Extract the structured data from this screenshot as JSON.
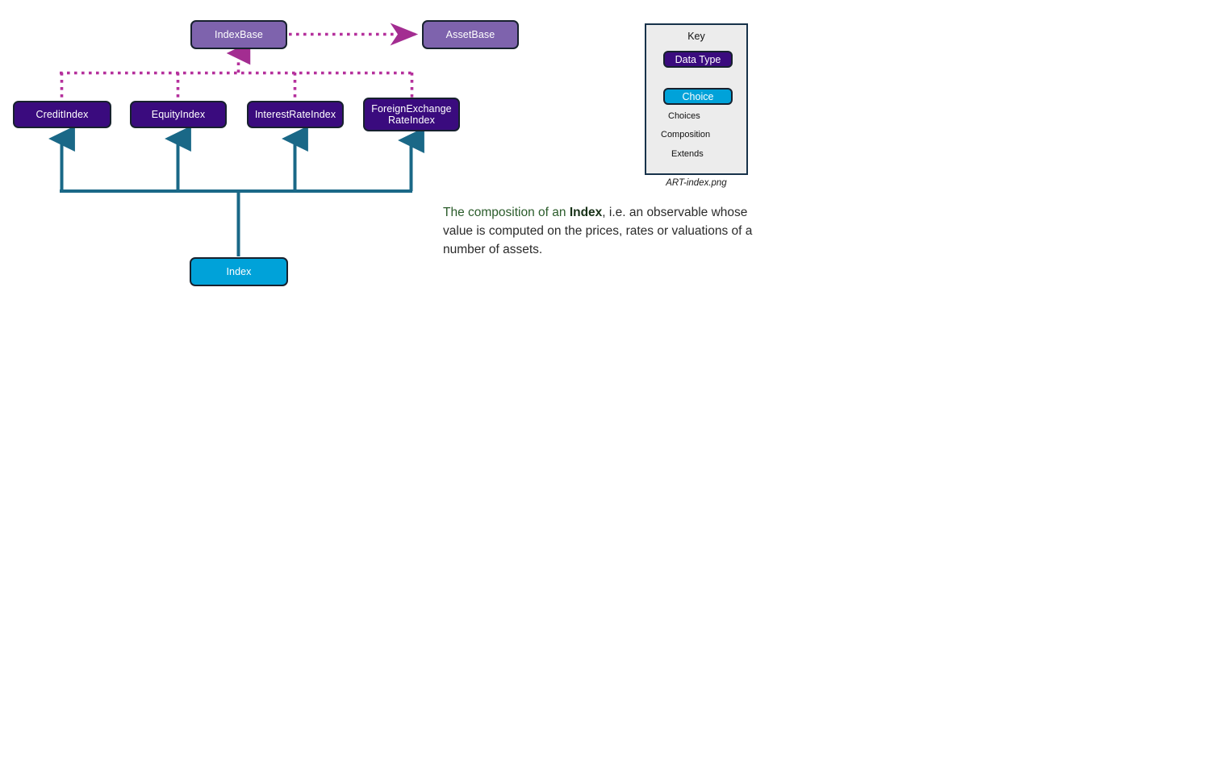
{
  "diagram": {
    "title": "ART-index.png",
    "nodes": [
      {
        "id": "IndexBase",
        "label": "IndexBase",
        "kind": "base"
      },
      {
        "id": "AssetBase",
        "label": "AssetBase",
        "kind": "base"
      },
      {
        "id": "CreditIndex",
        "label": "CreditIndex",
        "kind": "dtype"
      },
      {
        "id": "EquityIndex",
        "label": "EquityIndex",
        "kind": "dtype"
      },
      {
        "id": "InterestRateIndex",
        "label": "InterestRateIndex",
        "kind": "dtype"
      },
      {
        "id": "ForeignExchangeRateIndex",
        "label": "ForeignExchange RateIndex",
        "kind": "dtype"
      },
      {
        "id": "Index",
        "label": "Index",
        "kind": "choice"
      }
    ],
    "edges": [
      {
        "from": "IndexBase",
        "to": "AssetBase",
        "type": "extends"
      },
      {
        "from": "CreditIndex",
        "to": "IndexBase",
        "type": "extends"
      },
      {
        "from": "EquityIndex",
        "to": "IndexBase",
        "type": "extends"
      },
      {
        "from": "InterestRateIndex",
        "to": "IndexBase",
        "type": "extends"
      },
      {
        "from": "ForeignExchangeRateIndex",
        "to": "IndexBase",
        "type": "extends"
      },
      {
        "from": "Index",
        "to": "CreditIndex",
        "type": "choices"
      },
      {
        "from": "Index",
        "to": "EquityIndex",
        "type": "choices"
      },
      {
        "from": "Index",
        "to": "InterestRateIndex",
        "type": "choices"
      },
      {
        "from": "Index",
        "to": "ForeignExchangeRateIndex",
        "type": "choices"
      }
    ]
  },
  "key": {
    "title": "Key",
    "data_type_label": "Data Type",
    "choice_label": "Choice",
    "legend": {
      "choices": "Choices",
      "composition": "Composition",
      "extends": "Extends"
    },
    "caption": "ART-index.png"
  },
  "description": {
    "lead": "The composition of an ",
    "emphasis": "Index",
    "rest": ", i.e. an observable whose value is computed on the prices, rates or valuations of a number of assets."
  },
  "colors": {
    "base_fill": "#7e63ad",
    "data_type_fill": "#3a0b7e",
    "choice_fill": "#00a2d9",
    "node_border": "#17212e",
    "choices_line": "#1a6887",
    "composition_line": "#3f0f8f",
    "extends_line": "#b5309c",
    "key_bg": "#ececec",
    "key_border": "#17324a",
    "text_green": "#2b5c2b"
  },
  "nodes_text": {
    "IndexBase": "IndexBase",
    "AssetBase": "AssetBase",
    "CreditIndex": "CreditIndex",
    "EquityIndex": "EquityIndex",
    "InterestRateIndex": "InterestRateIndex",
    "ForeignExchangeRateIndex_line1": "ForeignExchange",
    "ForeignExchangeRateIndex_line2": "RateIndex",
    "Index": "Index"
  }
}
